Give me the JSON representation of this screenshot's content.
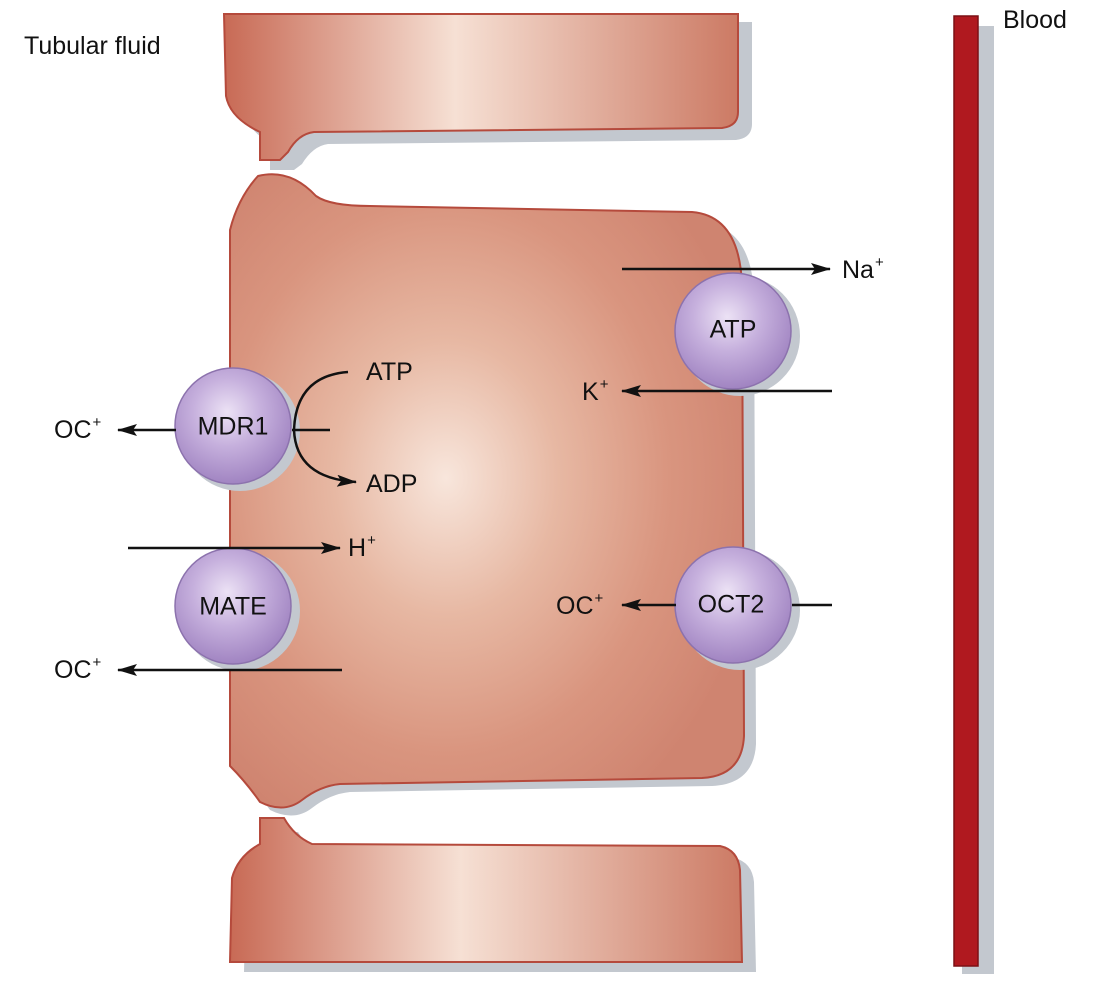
{
  "regions": {
    "tubular_fluid": "Tubular fluid",
    "blood": "Blood"
  },
  "transporters": {
    "mdr1": "MDR1",
    "mate": "MATE",
    "atp_pump": "ATP",
    "oct2": "OCT2"
  },
  "atp_hydrolysis": {
    "atp": "ATP",
    "adp": "ADP"
  },
  "ions": {
    "na": {
      "base": "Na",
      "charge": "+"
    },
    "k": {
      "base": "K",
      "charge": "+"
    },
    "h": {
      "base": "H",
      "charge": "+"
    },
    "oc_mdr1": {
      "base": "OC",
      "charge": "+"
    },
    "oc_mate": {
      "base": "OC",
      "charge": "+"
    },
    "oc_oct2": {
      "base": "OC",
      "charge": "+"
    }
  },
  "colors": {
    "cell_fill": "#d9957f",
    "cell_edge": "#b54a3c",
    "cell_highlight": "#f8e6dc",
    "transporter_fill": "#b49bd0",
    "transporter_edge": "#8c72ad",
    "blood_vessel": "#b0191f",
    "shadow": "#c3c8cf"
  }
}
